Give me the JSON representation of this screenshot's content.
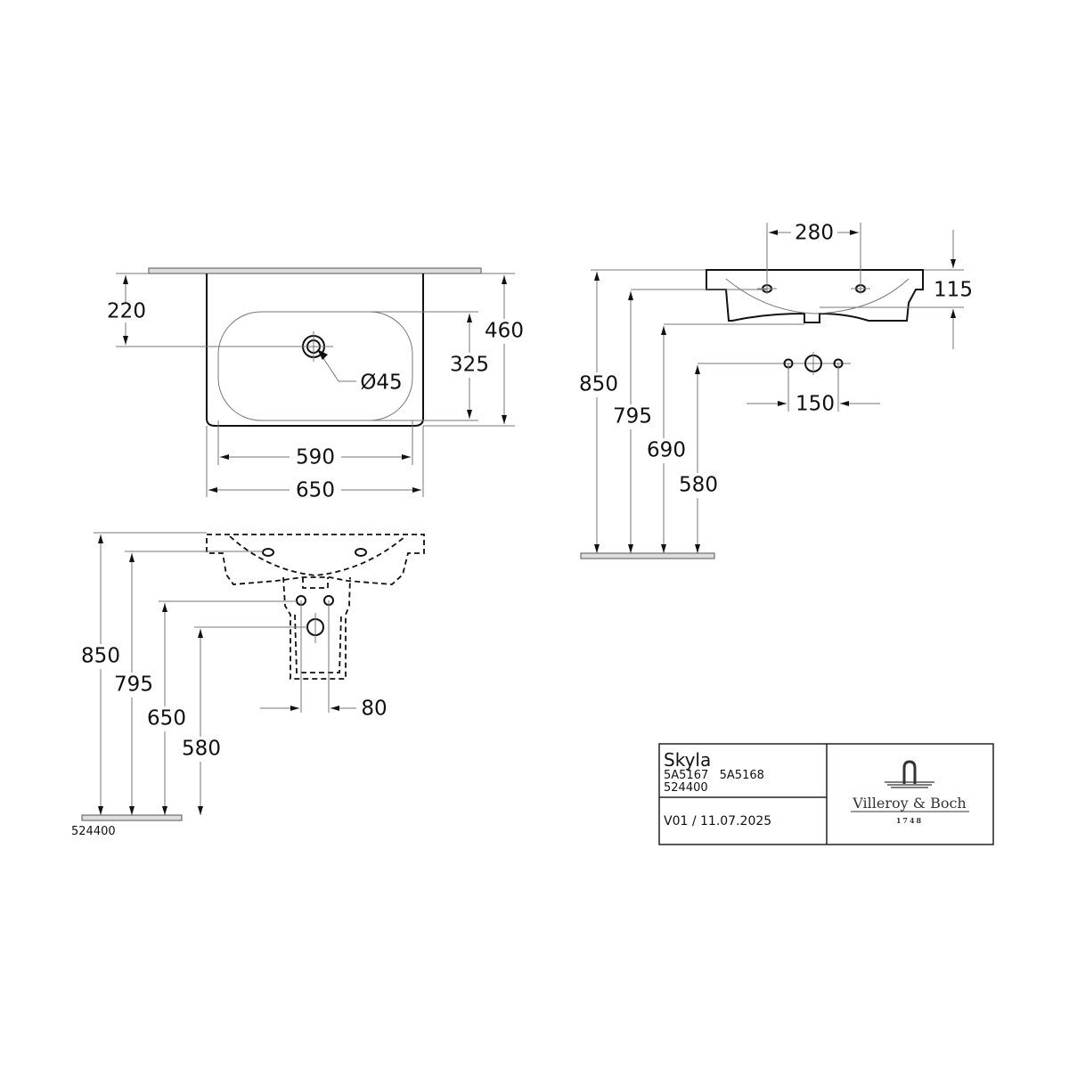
{
  "top_view": {
    "dim_tap_offset": "220",
    "dim_depth": "460",
    "dim_bowl_depth": "325",
    "dim_bowl_width": "590",
    "dim_width": "650",
    "dim_tap_hole": "Ø45"
  },
  "side_view": {
    "dim_tap_spacing": "280",
    "dim_rim_height": "115",
    "dim_850": "850",
    "dim_795": "795",
    "dim_690": "690",
    "dim_580": "580",
    "dim_150": "150"
  },
  "front_view": {
    "dim_850": "850",
    "dim_795": "795",
    "dim_650": "650",
    "dim_580": "580",
    "dim_80": "80",
    "pedestal_code": "524400"
  },
  "title_block": {
    "product": "Skyla",
    "codes_line1": "5A5167   5A5168",
    "codes_line2": "524400",
    "version": "V01 / 11.07.2025",
    "brand": "Villeroy & Boch",
    "brand_year": "1748"
  }
}
